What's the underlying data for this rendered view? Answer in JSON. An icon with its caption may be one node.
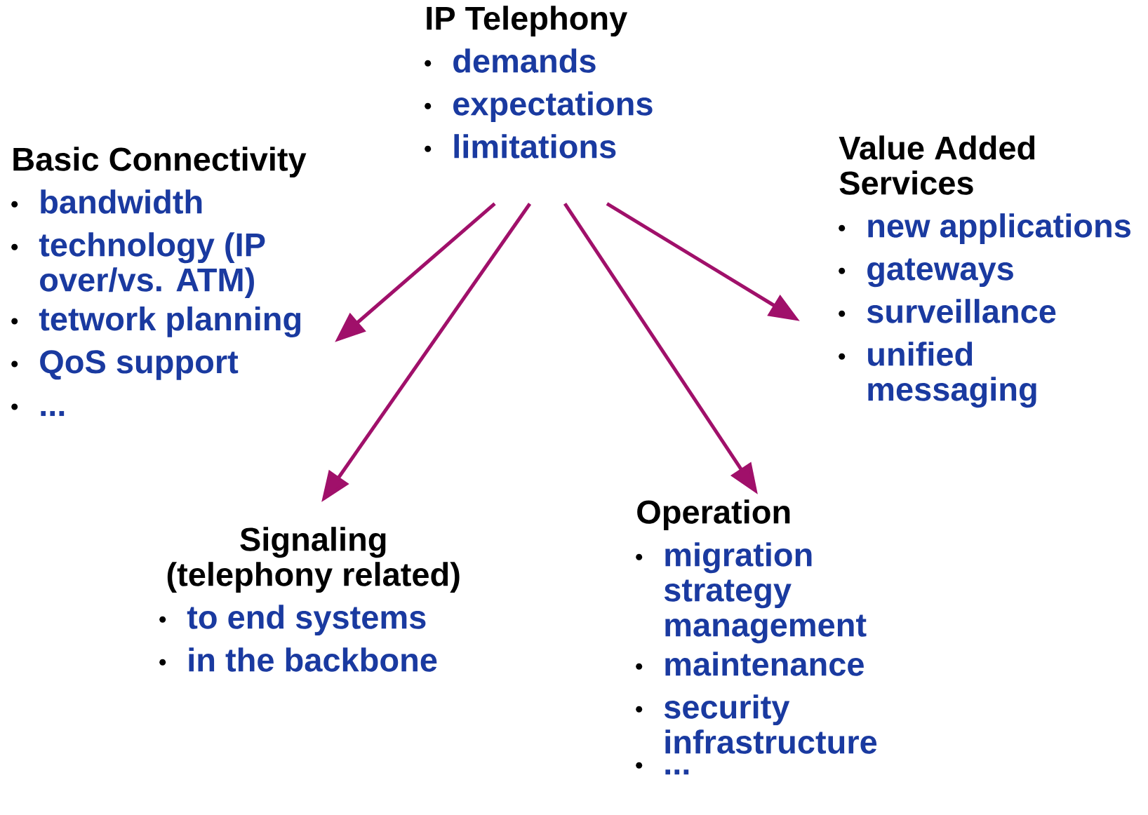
{
  "diagram": {
    "nodes": [
      {
        "text": [
          "IP Telephony",
          "demands",
          "expectations",
          "limitations"
        ]
      },
      {
        "text": [
          "Basic Connectivity",
          "bandwidth",
          "technology (IP over/vs. ATM)",
          "tetwork planning",
          "QoS support",
          "..."
        ]
      },
      {
        "text": [
          "Value Added Services",
          "new applications",
          "gateways",
          "surveillance",
          "unified messaging"
        ]
      },
      {
        "text": [
          "Signaling (telephony related)",
          "to end systems",
          "in the backbone"
        ]
      },
      {
        "text": [
          "Operation",
          "migration strategy management",
          "maintenance",
          "security infrastructure",
          "..."
        ]
      }
    ],
    "edges": [
      {
        "from": 0,
        "to": 1,
        "arrow": "to",
        "color": "#a0106a"
      },
      {
        "from": 0,
        "to": 3,
        "arrow": "to",
        "color": "#a0106a"
      },
      {
        "from": 0,
        "to": 4,
        "arrow": "to",
        "color": "#a0106a"
      },
      {
        "from": 0,
        "to": 2,
        "arrow": "to",
        "color": "#a0106a"
      }
    ]
  }
}
